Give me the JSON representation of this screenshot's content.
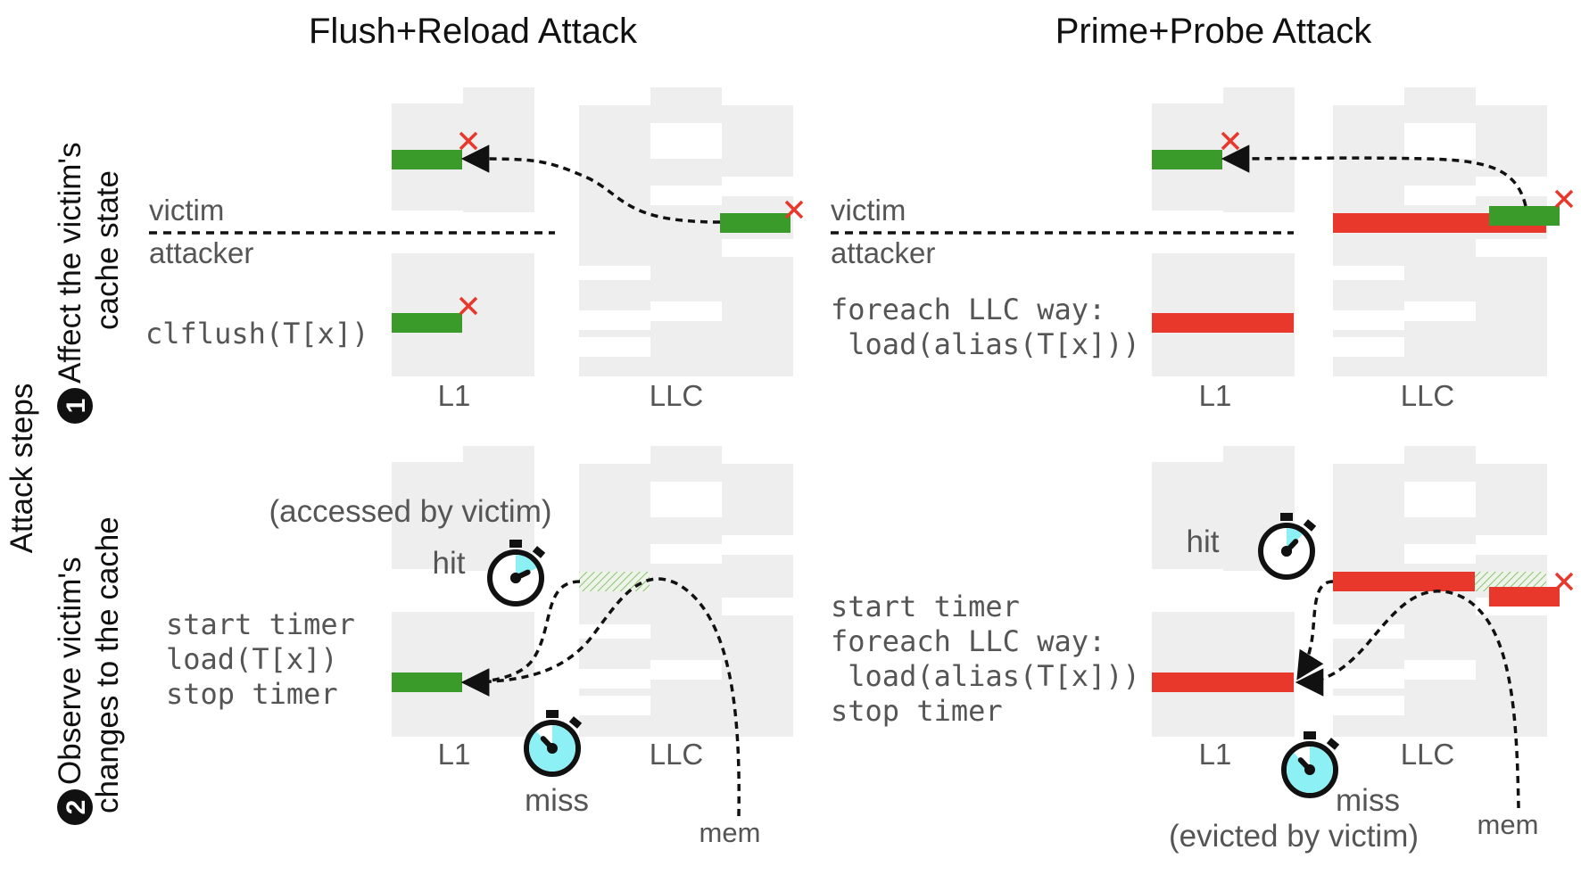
{
  "titles": {
    "flush_reload": "Flush+Reload Attack",
    "prime_probe": "Prime+Probe Attack"
  },
  "side": {
    "attack_steps": "Attack steps",
    "step1_num": "1",
    "step1_line1": "Affect the victim's",
    "step1_line2": "cache state",
    "step2_num": "2",
    "step2_line1": "Observe victim's",
    "step2_line2": "changes to the cache"
  },
  "labels": {
    "victim": "victim",
    "attacker": "attacker",
    "l1": "L1",
    "llc": "LLC",
    "mem": "mem",
    "hit": "hit",
    "miss": "miss",
    "accessed_by_victim": "(accessed by victim)",
    "evicted_by_victim": "(evicted by victim)"
  },
  "code": {
    "fr_step1": "clflush(T[x])",
    "fr_step2": [
      "start timer",
      "load(T[x])",
      "stop timer"
    ],
    "pp_step1": [
      "foreach LLC way:",
      " load(alias(T[x]))"
    ],
    "pp_step2": [
      "start timer",
      "foreach LLC way:",
      " load(alias(T[x]))",
      "stop timer"
    ]
  },
  "colors": {
    "victim_line": "#3a9a2a",
    "attacker_line": "#e8382c",
    "cache_bg": "#eeeeee",
    "cross": "#e8382c",
    "timer_fill": "#8df0f4",
    "text": "#555555",
    "title_text": "#111111"
  },
  "icons": {
    "timer": "stopwatch-icon",
    "evict": "cross-icon"
  }
}
